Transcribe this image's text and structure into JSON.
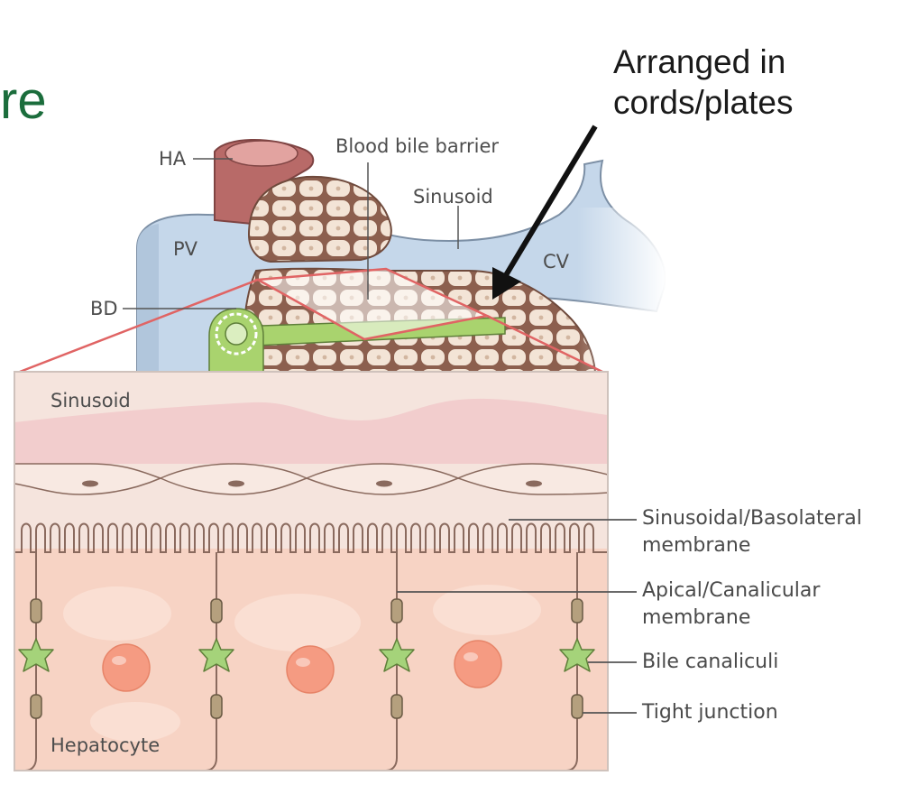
{
  "slide": {
    "title_fragment": "re",
    "callout": [
      "Arranged in",
      "cords/plates"
    ]
  },
  "overview_labels": {
    "ha": "HA",
    "blood_bile_barrier": "Blood bile barrier",
    "sinusoid": "Sinusoid",
    "pv": "PV",
    "cv": "CV",
    "bd": "BD"
  },
  "detail_labels": {
    "sinusoid": "Sinusoid",
    "hepatocyte": "Hepatocyte",
    "sinusoidal_membrane": [
      "Sinusoidal/Basolateral",
      "membrane"
    ],
    "apical_membrane": [
      "Apical/Canalicular",
      "membrane"
    ],
    "bile_canaliculi": "Bile canaliculi",
    "tight_junction": "Tight junction"
  },
  "colors": {
    "title_green": "#1b6d3c",
    "portal_vein_blue": "#c5d7ea",
    "hepatic_artery_red": "#b86a68",
    "bile_duct_green": "#a9d36e",
    "hepatocyte_tan": "#ecd3c2",
    "cell_pink": "#f7d3c4",
    "sinusoid_pink": "#f2cdcd",
    "canaliculus_green": "#a5d37a",
    "nucleus_orange": "#f59b82",
    "zoom_box_red": "#e06464"
  }
}
